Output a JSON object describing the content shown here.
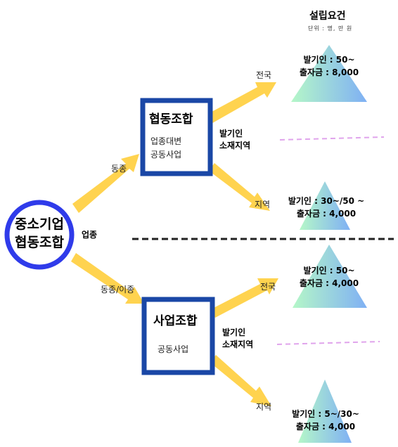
{
  "colors": {
    "circle_stroke": "#2f3bea",
    "box_stroke": "#1a47a6",
    "arrow_fill": "#ffd34f",
    "dash_line": "#222222",
    "pink_dash": "#e0a4ec",
    "tri_left": "#b5f7c8",
    "tri_right": "#7fb0f4"
  },
  "header": {
    "title": "설립요건",
    "unit": "단위 : 명, 만 원"
  },
  "center": {
    "line1": "중소기업",
    "line2": "협동조합"
  },
  "labels": {
    "upjong": "업종",
    "dongjong": "동종",
    "dongjong_ijong": "동종/이종"
  },
  "boxes": {
    "top": {
      "title": "협동조합",
      "line1": "업종대변",
      "line2": "공동사업"
    },
    "bottom": {
      "title": "사업조합",
      "line1": "공동사업"
    }
  },
  "branch_labels": {
    "top_national": "전국",
    "top_regional": "지역",
    "bottom_national": "전국",
    "bottom_regional": "지역"
  },
  "notes": {
    "top": {
      "line1": "발기인",
      "line2": "소재지역"
    },
    "bottom": {
      "line1": "발기인",
      "line2": "소재지역"
    }
  },
  "requirements": {
    "t1": {
      "line1": "발기인 : 50~",
      "line2": "출자금 : 8,000"
    },
    "t2": {
      "line1": "발기인 : 30~/50 ~",
      "line2": "출자금 : 4,000"
    },
    "t3": {
      "line1": "발기인 : 50~",
      "line2": "출자금 : 4,000"
    },
    "t4": {
      "line1": "발기인 : 5~/30~",
      "line2": "출자금 : 4,000"
    }
  }
}
